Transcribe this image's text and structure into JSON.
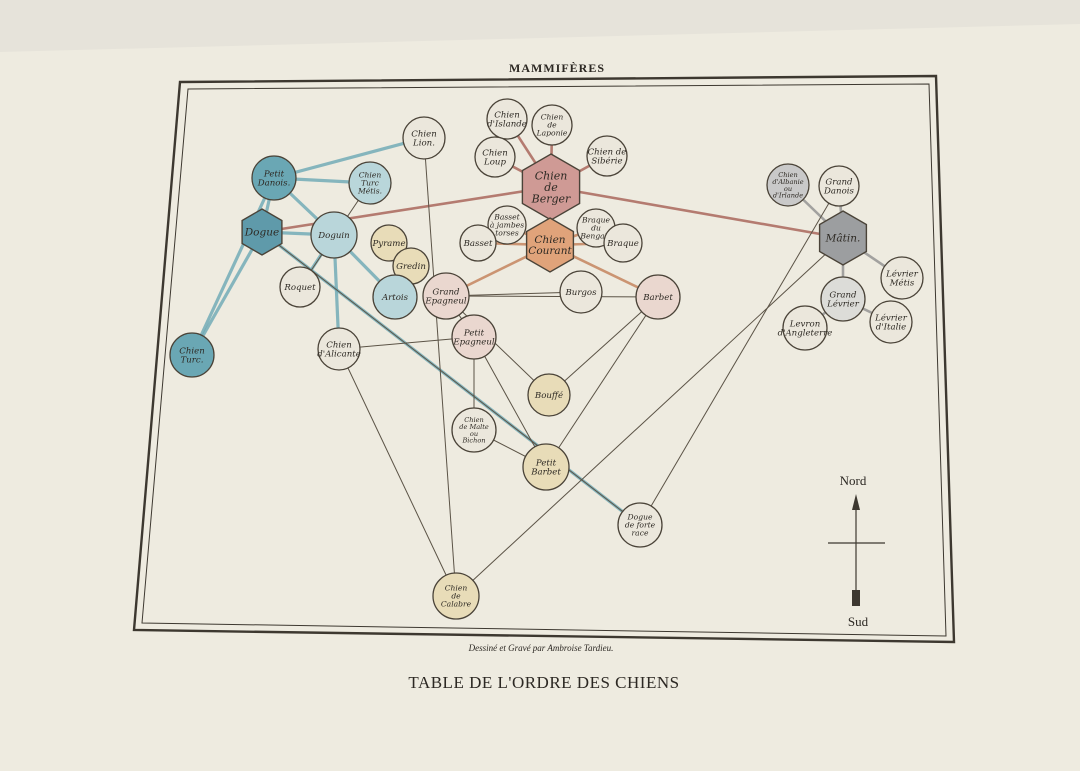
{
  "header": "MAMMIFÈRES",
  "title": "TABLE DE L'ORDRE DES CHIENS",
  "credit": "Dessiné et Gravé par Ambroise Tardieu.",
  "compass": {
    "north": "Nord",
    "south": "Sud"
  },
  "colors": {
    "paper": "#efece1",
    "teal": "#6aa7b4",
    "light_teal": "#b9d6da",
    "rose": "#cf9a95",
    "orange": "#e0a37a",
    "grey": "#9c9ea0",
    "pale_pink": "#ead7cf",
    "pale_yellow": "#e8dcb8"
  },
  "nodes": [
    {
      "id": "chien-lion",
      "label": [
        "Chien",
        "Lion."
      ],
      "shape": "circle",
      "fill": "#ebe7dc"
    },
    {
      "id": "petit-danois",
      "label": [
        "Petit",
        "Danois."
      ],
      "shape": "circle",
      "fill": "#6aa7b4"
    },
    {
      "id": "chien-turc-metis",
      "label": [
        "Chien",
        "Turc",
        "Métis."
      ],
      "shape": "circle",
      "fill": "#b9d6da"
    },
    {
      "id": "dogue",
      "label": [
        "Dogue"
      ],
      "shape": "hex",
      "fill": "#5f9aaa"
    },
    {
      "id": "doguin",
      "label": [
        "Doguin"
      ],
      "shape": "circle",
      "fill": "#b9d6da"
    },
    {
      "id": "pyrame",
      "label": [
        "Pyrame"
      ],
      "shape": "circle",
      "fill": "#e8dcb8"
    },
    {
      "id": "gredin",
      "label": [
        "Gredin"
      ],
      "shape": "circle",
      "fill": "#e8dcb8"
    },
    {
      "id": "roquet",
      "label": [
        "Roquet"
      ],
      "shape": "circle",
      "fill": "#ebe7dc"
    },
    {
      "id": "artois",
      "label": [
        "Artois"
      ],
      "shape": "circle",
      "fill": "#b9d6da"
    },
    {
      "id": "chien-alicante",
      "label": [
        "Chien",
        "d'Alicante"
      ],
      "shape": "circle",
      "fill": "#ebe7dc"
    },
    {
      "id": "chien-turc",
      "label": [
        "Chien",
        "Turc."
      ],
      "shape": "circle",
      "fill": "#6aa7b4"
    },
    {
      "id": "chien-islande",
      "label": [
        "Chien",
        "d'Islande"
      ],
      "shape": "circle",
      "fill": "#ebe7dc"
    },
    {
      "id": "chien-laponie",
      "label": [
        "Chien",
        "de",
        "Laponie"
      ],
      "shape": "circle",
      "fill": "#ebe7dc"
    },
    {
      "id": "chien-loup",
      "label": [
        "Chien",
        "Loup"
      ],
      "shape": "circle",
      "fill": "#ebe7dc"
    },
    {
      "id": "chien-siberie",
      "label": [
        "Chien de",
        "Sibérie"
      ],
      "shape": "circle",
      "fill": "#ebe7dc"
    },
    {
      "id": "chien-berger",
      "label": [
        "Chien",
        "de",
        "Berger"
      ],
      "shape": "hex",
      "fill": "#cf9a95"
    },
    {
      "id": "basset-jambes-torses",
      "label": [
        "Basset",
        "à jambes",
        "torses"
      ],
      "shape": "circle",
      "fill": "#ebe7dc"
    },
    {
      "id": "braque-bengale",
      "label": [
        "Braque",
        "du",
        "Bengale"
      ],
      "shape": "circle",
      "fill": "#ebe7dc"
    },
    {
      "id": "basset",
      "label": [
        "Basset"
      ],
      "shape": "circle",
      "fill": "#ebe7dc"
    },
    {
      "id": "chien-courant",
      "label": [
        "Chien",
        "Courant"
      ],
      "shape": "hex",
      "fill": "#e0a37a"
    },
    {
      "id": "braque",
      "label": [
        "Braque"
      ],
      "shape": "circle",
      "fill": "#ebe7dc"
    },
    {
      "id": "grand-epagneul",
      "label": [
        "Grand",
        "Epagneul"
      ],
      "shape": "circle",
      "fill": "#ead7cf"
    },
    {
      "id": "burgos",
      "label": [
        "Burgos"
      ],
      "shape": "circle",
      "fill": "#ebe7dc"
    },
    {
      "id": "barbet",
      "label": [
        "Barbet"
      ],
      "shape": "circle",
      "fill": "#ead7cf"
    },
    {
      "id": "petit-epagneul",
      "label": [
        "Petit",
        "Epagneul"
      ],
      "shape": "circle",
      "fill": "#ead7cf"
    },
    {
      "id": "bouffe",
      "label": [
        "Bouffé"
      ],
      "shape": "circle",
      "fill": "#e8dcb8"
    },
    {
      "id": "chien-malte",
      "label": [
        "Chien",
        "de Malte",
        "ou",
        "Bichon"
      ],
      "shape": "circle",
      "fill": "#ebe7dc"
    },
    {
      "id": "petit-barbet",
      "label": [
        "Petit",
        "Barbet"
      ],
      "shape": "circle",
      "fill": "#e8dcb8"
    },
    {
      "id": "dogue-forte-race",
      "label": [
        "Dogue",
        "de forte",
        "race"
      ],
      "shape": "circle",
      "fill": "#ebe7dc"
    },
    {
      "id": "chien-calabre",
      "label": [
        "Chien",
        "de",
        "Calabre"
      ],
      "shape": "circle",
      "fill": "#e8dcb8"
    },
    {
      "id": "chien-irlande",
      "label": [
        "Chien",
        "d'Albanie",
        "ou",
        "d'Irlande"
      ],
      "shape": "circle",
      "fill": "#c9c9c9"
    },
    {
      "id": "grand-danois",
      "label": [
        "Grand",
        "Danois"
      ],
      "shape": "circle",
      "fill": "#ebe7dc"
    },
    {
      "id": "matin",
      "label": [
        "Mâtin."
      ],
      "shape": "hex",
      "fill": "#9c9ea0"
    },
    {
      "id": "levrier-metis",
      "label": [
        "Lévrier",
        "Métis"
      ],
      "shape": "circle",
      "fill": "#ebe7dc"
    },
    {
      "id": "grand-levrier",
      "label": [
        "Grand",
        "Lévrier"
      ],
      "shape": "circle",
      "fill": "#dcdcd8"
    },
    {
      "id": "levron-angleterre",
      "label": [
        "Levron",
        "d'Angleterre"
      ],
      "shape": "circle",
      "fill": "#ebe7dc"
    },
    {
      "id": "levrier-italie",
      "label": [
        "Lévrier",
        "d'Italie"
      ],
      "shape": "circle",
      "fill": "#ebe7dc"
    }
  ],
  "edges": [
    [
      "petit-danois",
      "chien-turc-metis",
      "teal"
    ],
    [
      "petit-danois",
      "dogue",
      "teal"
    ],
    [
      "petit-danois",
      "chien-turc",
      "teal"
    ],
    [
      "petit-danois",
      "doguin",
      "teal"
    ],
    [
      "petit-danois",
      "chien-lion",
      "teal"
    ],
    [
      "dogue",
      "chien-turc",
      "teal"
    ],
    [
      "dogue",
      "doguin",
      "teal"
    ],
    [
      "doguin",
      "roquet",
      "teal"
    ],
    [
      "doguin",
      "artois",
      "teal"
    ],
    [
      "doguin",
      "chien-alicante",
      "teal"
    ],
    [
      "dogue",
      "dogue-forte-race",
      "teal"
    ],
    [
      "dogue",
      "chien-berger",
      "red"
    ],
    [
      "chien-berger",
      "matin",
      "red"
    ],
    [
      "chien-berger",
      "chien-islande",
      "red"
    ],
    [
      "chien-berger",
      "chien-laponie",
      "red"
    ],
    [
      "chien-berger",
      "chien-loup",
      "red"
    ],
    [
      "chien-berger",
      "chien-siberie",
      "red"
    ],
    [
      "chien-berger",
      "chien-courant",
      "red"
    ],
    [
      "chien-courant",
      "basset-jambes-torses",
      "orange"
    ],
    [
      "chien-courant",
      "braque-bengale",
      "orange"
    ],
    [
      "chien-courant",
      "basset",
      "orange"
    ],
    [
      "chien-courant",
      "braque",
      "orange"
    ],
    [
      "chien-courant",
      "grand-epagneul",
      "orange"
    ],
    [
      "chien-courant",
      "barbet",
      "orange"
    ],
    [
      "matin",
      "chien-irlande",
      "grey"
    ],
    [
      "matin",
      "grand-danois",
      "grey"
    ],
    [
      "matin",
      "levrier-metis",
      "grey"
    ],
    [
      "matin",
      "grand-levrier",
      "grey"
    ],
    [
      "grand-levrier",
      "levron-angleterre",
      "grey"
    ],
    [
      "grand-levrier",
      "levrier-italie",
      "grey"
    ],
    [
      "grand-epagneul",
      "burgos",
      "thin"
    ],
    [
      "grand-epagneul",
      "petit-epagneul",
      "thin"
    ],
    [
      "grand-epagneul",
      "barbet",
      "thin"
    ],
    [
      "grand-epagneul",
      "bouffe",
      "thin"
    ],
    [
      "petit-epagneul",
      "chien-malte",
      "thin"
    ],
    [
      "petit-epagneul",
      "petit-barbet",
      "thin"
    ],
    [
      "petit-epagneul",
      "chien-alicante",
      "thin"
    ],
    [
      "barbet",
      "petit-barbet",
      "thin"
    ],
    [
      "barbet",
      "bouffe",
      "thin"
    ],
    [
      "chien-malte",
      "petit-barbet",
      "thin"
    ],
    [
      "chien-lion",
      "chien-calabre",
      "thin"
    ],
    [
      "chien-calabre",
      "chien-alicante",
      "thin"
    ],
    [
      "chien-calabre",
      "matin",
      "thin"
    ],
    [
      "dogue-forte-race",
      "grand-danois",
      "thin"
    ],
    [
      "dogue-forte-race",
      "dogue",
      "thin"
    ],
    [
      "chien-turc-metis",
      "roquet",
      "thin"
    ]
  ]
}
